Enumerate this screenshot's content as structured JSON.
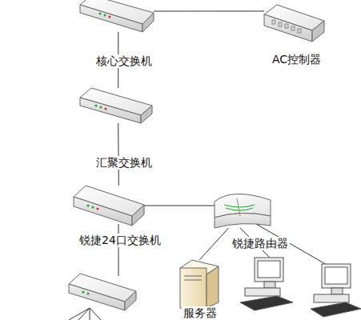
{
  "diagram": {
    "nodes": [
      {
        "text": [
          "核心交换机"
        ]
      },
      {
        "text": [
          "AC控制器"
        ]
      },
      {
        "text": [
          "汇聚交换机"
        ]
      },
      {
        "text": [
          "锐捷24口交换机"
        ]
      },
      {
        "text": [
          "锐捷路由器"
        ]
      },
      {
        "text": [
          "服务器"
        ]
      }
    ],
    "edges": [
      {
        "from": 0,
        "to": 1,
        "arrow": "none"
      },
      {
        "from": 0,
        "to": 2,
        "arrow": "none"
      },
      {
        "from": 2,
        "to": 3,
        "arrow": "none"
      },
      {
        "from": 3,
        "to": 4,
        "arrow": "none"
      },
      {
        "from": 4,
        "to": 5,
        "arrow": "none"
      }
    ]
  }
}
